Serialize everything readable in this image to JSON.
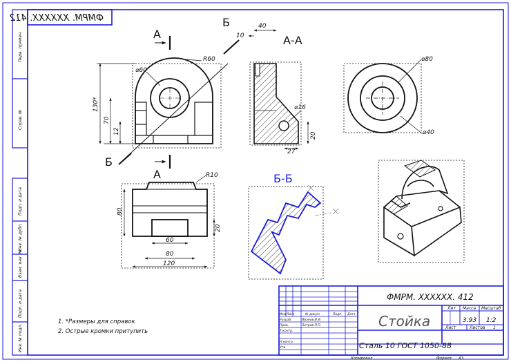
{
  "drawing": {
    "code_mirrored": "ФМРМ. XXXXXX. 412",
    "code": "ФМРМ. XXXXXX. 412",
    "part_name": "Стойка",
    "material": "Сталь 10 ГОСТ 1050-88",
    "mass": "3.93",
    "scale": "1:2",
    "sheets": "1",
    "copied": "Копировал",
    "format": "Формат",
    "format_value": "А3"
  },
  "title_block_headers": {
    "lit": "Лит",
    "massa": "Масса",
    "masshtab": "Масштаб",
    "list": "Лист",
    "listov": "Листов"
  },
  "title_block_rows": {
    "col_izm": "Изм",
    "col_list": "Лист",
    "col_doc": "№ докум.",
    "col_sign": "Подп.",
    "col_date": "Дата",
    "razrab_label": "Разраб.",
    "razrab_name": "Иванов И.И.",
    "prov_label": "Пров.",
    "prov_name": "Петров П.П.",
    "tkontr_label": "Т.контр.",
    "nkontr_label": "Н.контр.",
    "utv_label": "Утв."
  },
  "left_strip": [
    "Перв. примен.",
    "Справ. №",
    "Подп. и дата",
    "Инв. № дубл.",
    "Взам. инв. №",
    "Подп. и дата",
    "Инв. № подл."
  ],
  "notes": [
    "1. *Размеры для справок",
    "2. Острые кромки притупить"
  ],
  "view_labels": {
    "section_aa": "А-А",
    "section_bb": "Б-Б",
    "cut_a": "А",
    "cut_b": "Б"
  },
  "dimensions": {
    "d_r60": "R60",
    "d_dia60": "⌀60",
    "d_130": "130*",
    "d_70": "70",
    "d_12": "12",
    "d_10": "10",
    "d_40": "40",
    "d_dia16": "⌀16",
    "d_27": "27",
    "d_20a": "20",
    "d_dia80": "⌀80",
    "d_dia40": "⌀40",
    "d_r10": "R10",
    "d_80v": "80",
    "d_20b": "20",
    "d_60": "60",
    "d_80h": "80",
    "d_120": "120"
  },
  "colors": {
    "frame": "#1a1adc",
    "lines": "#111111",
    "section_bb_outline": "#1a1adc"
  }
}
